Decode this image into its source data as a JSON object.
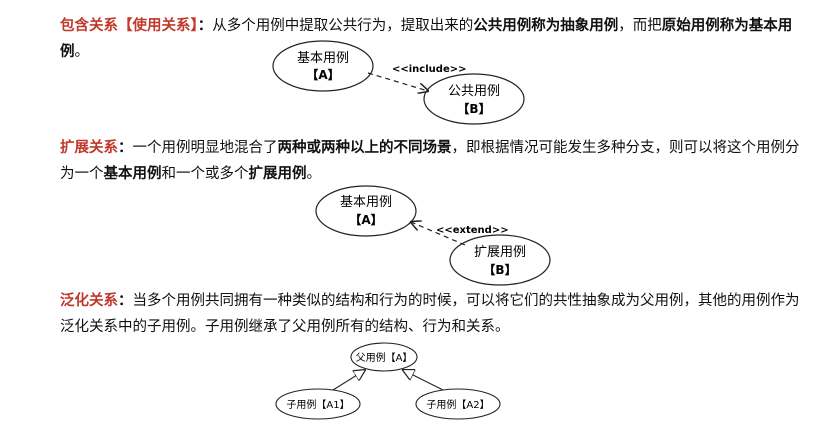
{
  "colors": {
    "heading": "#c0392b",
    "text": "#111111",
    "stroke": "#222222"
  },
  "include": {
    "heading": "包含关系【使用关系】",
    "sep": "：",
    "t1": "从多个用例中提取公共行为，提取出来的",
    "b1": "公共用例称为抽象用例",
    "t2": "，而把",
    "b2": "原始用例称为基本用例",
    "t3": "。",
    "base_name": "基本用例",
    "base_tag": "【A】",
    "common_name": "公共用例",
    "common_tag": "【B】",
    "stereotype": "<<include>>"
  },
  "extend": {
    "heading": "扩展关系",
    "sep": "：",
    "t1": "一个用例明显地混合了",
    "b1": "两种或两种以上的不同场景",
    "t2": "，即根据情况可能发生多种分支，则可以将这个用例分为一个",
    "b2": "基本用例",
    "t3": "和一个或多个",
    "b3": "扩展用例",
    "t4": "。",
    "base_name": "基本用例",
    "base_tag": "【A】",
    "ext_name": "扩展用例",
    "ext_tag": "【B】",
    "stereotype": "<<extend>>"
  },
  "generalization": {
    "heading": "泛化关系",
    "sep": "：",
    "t1": "当多个用例共同拥有一种类似的结构和行为的时候，可以将它们的共性抽象成为父用例，其他的用例作为泛化关系中的子用例。子用例继承了父用例所有的结构、行为和关系。",
    "parent": "父用例【A】",
    "child1": "子用例【A1】",
    "child2": "子用例【A2】"
  }
}
